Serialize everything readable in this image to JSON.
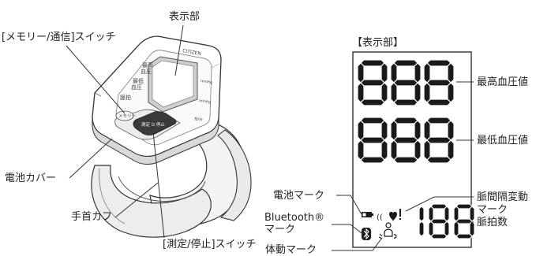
{
  "device_labels": {
    "display": "表示部",
    "memory_switch": "[メモリー/通信]スイッチ",
    "battery_cover": "電池カバー",
    "cuff": "手首カフ",
    "measure_switch": "[測定/停止]スイッチ"
  },
  "device_markings": {
    "brand": "CITIZEN",
    "sys_label_line1": "最高",
    "sys_label_line2": "血圧",
    "dia_label_line1": "最低",
    "dia_label_line2": "血圧",
    "pulse_label": "脈拍",
    "unit_mmhg_1": "mmHg",
    "unit_mmhg_2": "mmHg",
    "unit_pulse": "拍/分",
    "memory_button": "メモリー",
    "measure_button": "測定 ⏻ 停止"
  },
  "display_panel": {
    "title": "【表示部】",
    "top_digits": "888",
    "middle_digits": "888",
    "bottom_digits": "188",
    "labels": {
      "systolic": "最高血圧値",
      "diastolic": "最低血圧値",
      "irregular_line1": "脈間隔変動",
      "irregular_line2": "マーク",
      "pulse": "脈拍数",
      "battery": "電池マーク",
      "bluetooth_line1": "Bluetooth®",
      "bluetooth_line2": "マーク",
      "body_motion": "体動マーク"
    }
  }
}
